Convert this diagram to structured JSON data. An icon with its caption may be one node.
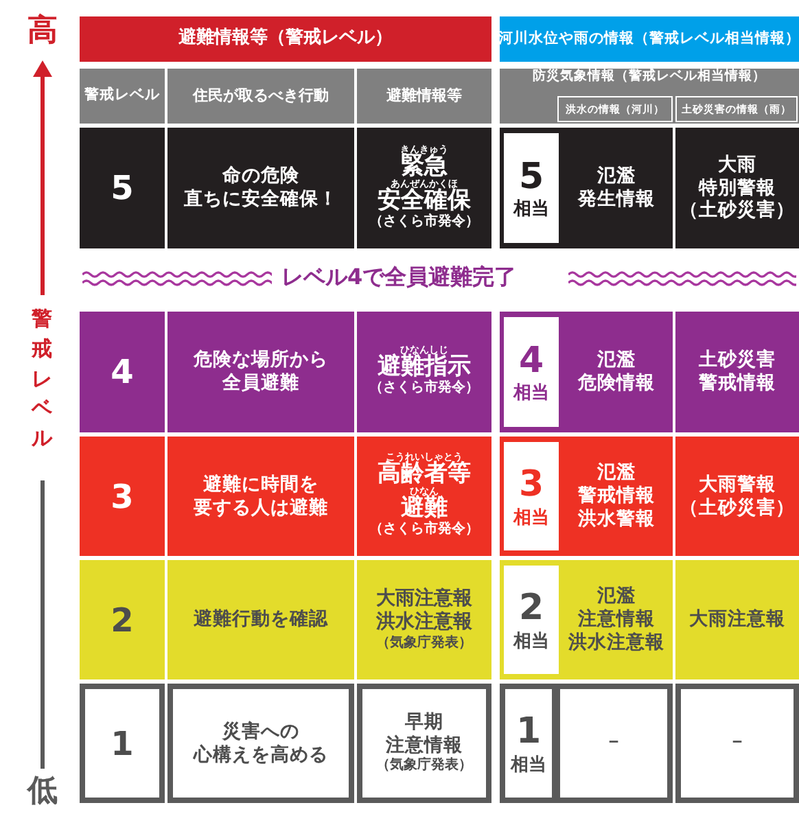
{
  "diagram": {
    "labels": [
      "高",
      "避難情報等（警戒レベル）",
      "河川水位や雨の情報（警戒レベル相当情報）",
      "警戒レベル",
      "住民が取るべき行動",
      "避難情報等",
      "防災気象情報（警戒レベル相当情報）",
      "洪水の情報（河川）",
      "土砂災害の情報（雨）",
      "5",
      "命の危険直ちに安全確保！",
      "きんきゅう",
      "緊急",
      "あんぜんかくほ",
      "安全確保",
      "（さくら市発令）",
      "5",
      "相当",
      "氾濫発生情報",
      "大雨特別警報（土砂災害）",
      "レベル4で全員避難完了",
      "4",
      "危険な場所から全員避難",
      "ひなんしじ",
      "避難指示",
      "（さくら市発令）",
      "4",
      "相当",
      "氾濫危険情報",
      "土砂災害警戒情報",
      "3",
      "避難に時間を要する人は避難",
      "こうれいしゃとう",
      "高齢者等",
      "ひなん",
      "避難",
      "（さくら市発令）",
      "3",
      "相当",
      "氾濫警戒情報洪水警報",
      "大雨警報（土砂災害）",
      "2",
      "避難行動を確認",
      "大雨注意報洪水注意報",
      "（気象庁発表）",
      "2",
      "相当",
      "氾濫注意情報洪水注意報",
      "大雨注意報",
      "1",
      "災害への心構えを高める",
      "早期注意情報",
      "（気象庁発表）",
      "1",
      "相当",
      "－",
      "－",
      "警戒レベル",
      "低"
    ]
  }
}
